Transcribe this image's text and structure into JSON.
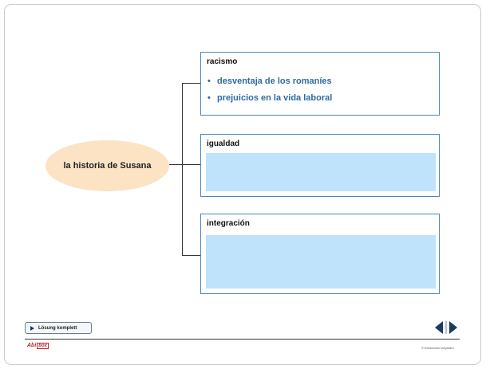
{
  "central_node": "la historia de Susana",
  "boxes": [
    {
      "title": "racismo",
      "bullets": [
        "desventaja de los romaníes",
        "prejuicios en la vida laboral"
      ]
    },
    {
      "title": "igualdad"
    },
    {
      "title": "integración"
    }
  ],
  "footer": {
    "solution_button": "Lösung komplett",
    "logo_text": "Abi",
    "logo_box": "box",
    "copyright": "© Brinkmann Meyhöfer"
  },
  "colors": {
    "bullet_text": "#2e6aa3",
    "box_border": "#4a87bf",
    "fill": "#bfe3fb",
    "ellipse": "#fbe3c4",
    "nav": "#1b3a66",
    "logo": "#c0252b"
  }
}
